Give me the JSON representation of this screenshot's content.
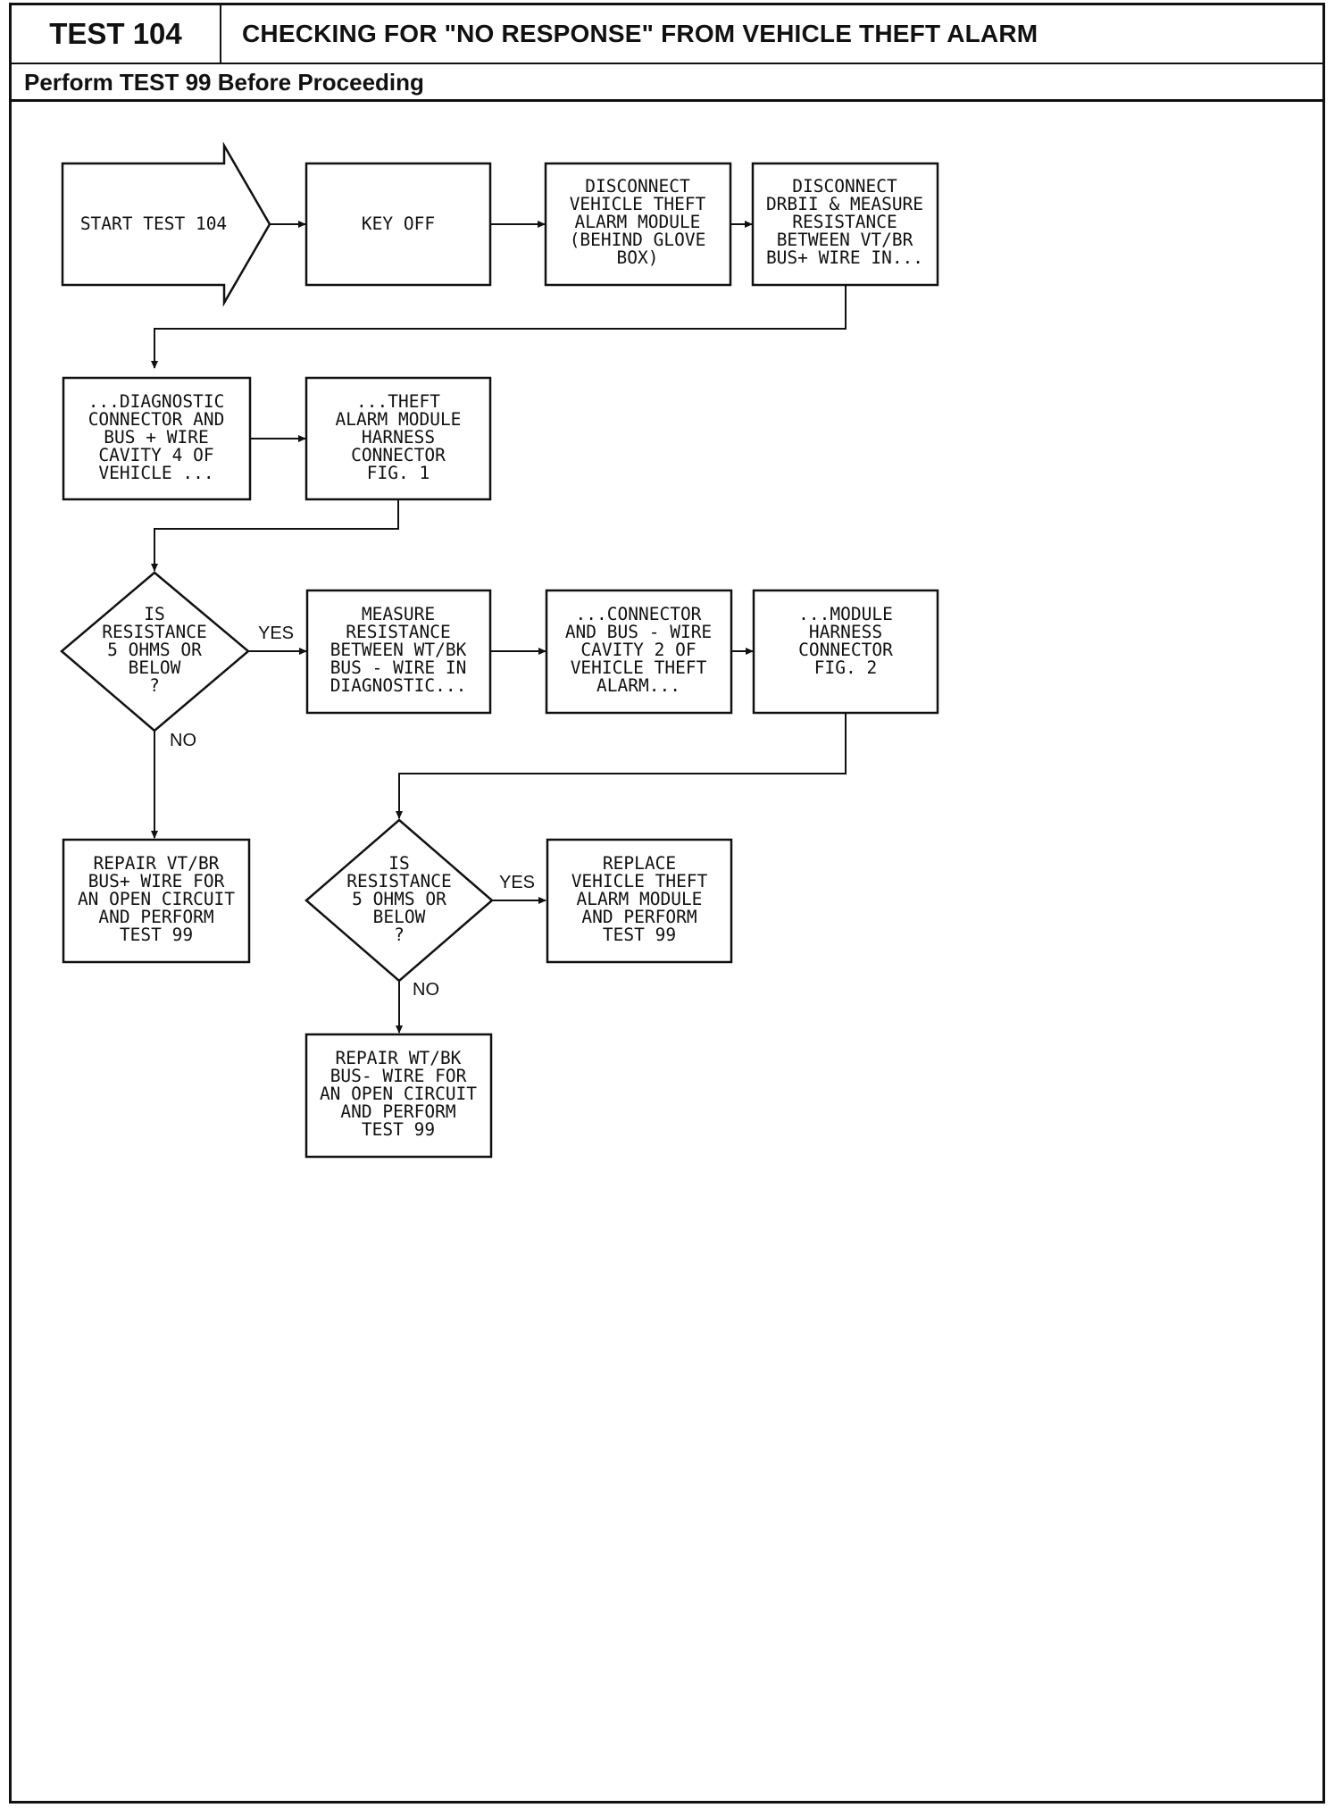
{
  "header": {
    "test_number": "TEST 104",
    "title": "CHECKING FOR \"NO RESPONSE\" FROM VEHICLE THEFT ALARM",
    "prerequisite": "Perform TEST 99 Before Proceeding"
  },
  "flowchart": {
    "start": [
      "START TEST 104"
    ],
    "key_off": [
      "KEY OFF"
    ],
    "disconnect_module": [
      "DISCONNECT",
      "VEHICLE THEFT",
      "ALARM MODULE",
      "(BEHIND GLOVE",
      "BOX)"
    ],
    "disconnect_drbii": [
      "DISCONNECT",
      "DRBII & MEASURE",
      "RESISTANCE",
      "BETWEEN VT/BR",
      "BUS+ WIRE IN..."
    ],
    "diag_connector": [
      "...DIAGNOSTIC",
      "CONNECTOR AND",
      "BUS + WIRE",
      "CAVITY 4 OF",
      "VEHICLE ..."
    ],
    "theft_alarm_harness": [
      "...THEFT",
      "ALARM MODULE",
      "HARNESS",
      "CONNECTOR",
      "FIG. 1"
    ],
    "decision1": [
      "IS",
      "RESISTANCE",
      "5 OHMS OR",
      "BELOW",
      "?"
    ],
    "measure_wt_bk": [
      "MEASURE",
      "RESISTANCE",
      "BETWEEN WT/BK",
      "BUS - WIRE IN",
      "DIAGNOSTIC..."
    ],
    "connector_bus_minus": [
      "...CONNECTOR",
      "AND BUS - WIRE",
      "CAVITY 2 OF",
      "VEHICLE THEFT",
      "ALARM..."
    ],
    "module_harness": [
      "...MODULE",
      "HARNESS",
      "CONNECTOR",
      "FIG. 2"
    ],
    "repair_vt_br": [
      "REPAIR VT/BR",
      "BUS+ WIRE FOR",
      "AN OPEN CIRCUIT",
      "AND PERFORM",
      "TEST 99"
    ],
    "decision2": [
      "IS",
      "RESISTANCE",
      "5 OHMS OR",
      "BELOW",
      "?"
    ],
    "replace_module": [
      "REPLACE",
      "VEHICLE THEFT",
      "ALARM MODULE",
      "AND PERFORM",
      "TEST 99"
    ],
    "repair_wt_bk": [
      "REPAIR WT/BK",
      "BUS- WIRE FOR",
      "AN OPEN CIRCUIT",
      "AND PERFORM",
      "TEST 99"
    ],
    "labels": {
      "d1_yes": "YES",
      "d1_no": "NO",
      "d2_yes": "YES",
      "d2_no": "NO"
    }
  }
}
